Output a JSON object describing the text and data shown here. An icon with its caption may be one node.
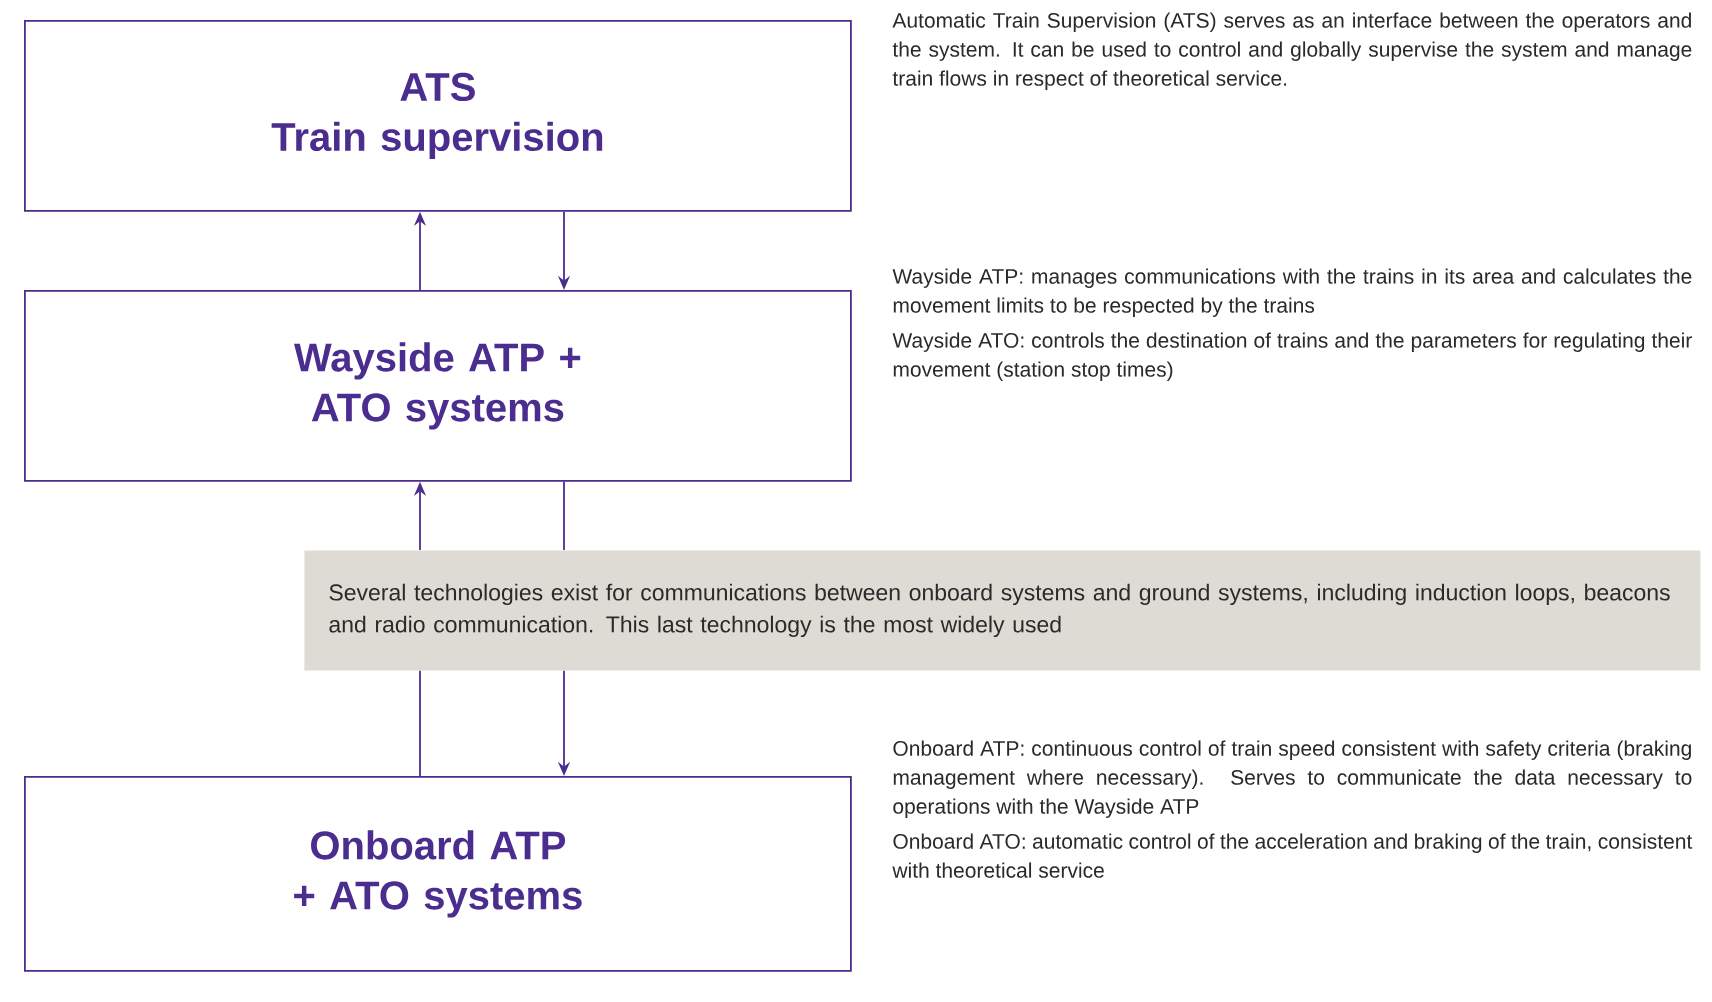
{
  "diagram": {
    "nodes": [
      {
        "text": [
          "ATS",
          "Train supervision"
        ],
        "beside": [
          "Automatic Train Supervision (ATS) serves as an interface between the operators and the system. It can be used to control and globally supervise the system and manage train flows in respect of theoretical service."
        ]
      },
      {
        "text": [
          "Wayside ATP + ATO systems"
        ],
        "beside": [
          "Wayside ATP: manages communications with the trains in its area and calculates the movement limits to be respected by the trains",
          "Wayside ATO: controls the destination of trains and the parameters for regulating their movement (station stop times)"
        ]
      },
      {
        "text": [
          "Several technologies exist for communications between onboard systems and ground systems, including induction loops, beacons and radio communication. This last technology is the most widely used"
        ]
      },
      {
        "text": [
          "Onboard ATP + ATO systems"
        ],
        "beside": [
          "Onboard ATP: continuous control of train speed consistent with safety criteria (braking management where necessary). Serves to communicate the data necessary to operations with the Wayside ATP",
          "Onboard ATO: automatic control of the acceleration and braking of the train, consistent with theoretical service"
        ]
      }
    ],
    "edges": [
      {
        "from": 1,
        "to": 0,
        "arrow": "to"
      },
      {
        "from": 0,
        "to": 1,
        "arrow": "to"
      },
      {
        "from": 3,
        "to": 2,
        "arrow": "none"
      },
      {
        "from": 2,
        "to": 1,
        "arrow": "to"
      },
      {
        "from": 1,
        "to": 2,
        "arrow": "none"
      },
      {
        "from": 2,
        "to": 3,
        "arrow": "to"
      }
    ]
  }
}
